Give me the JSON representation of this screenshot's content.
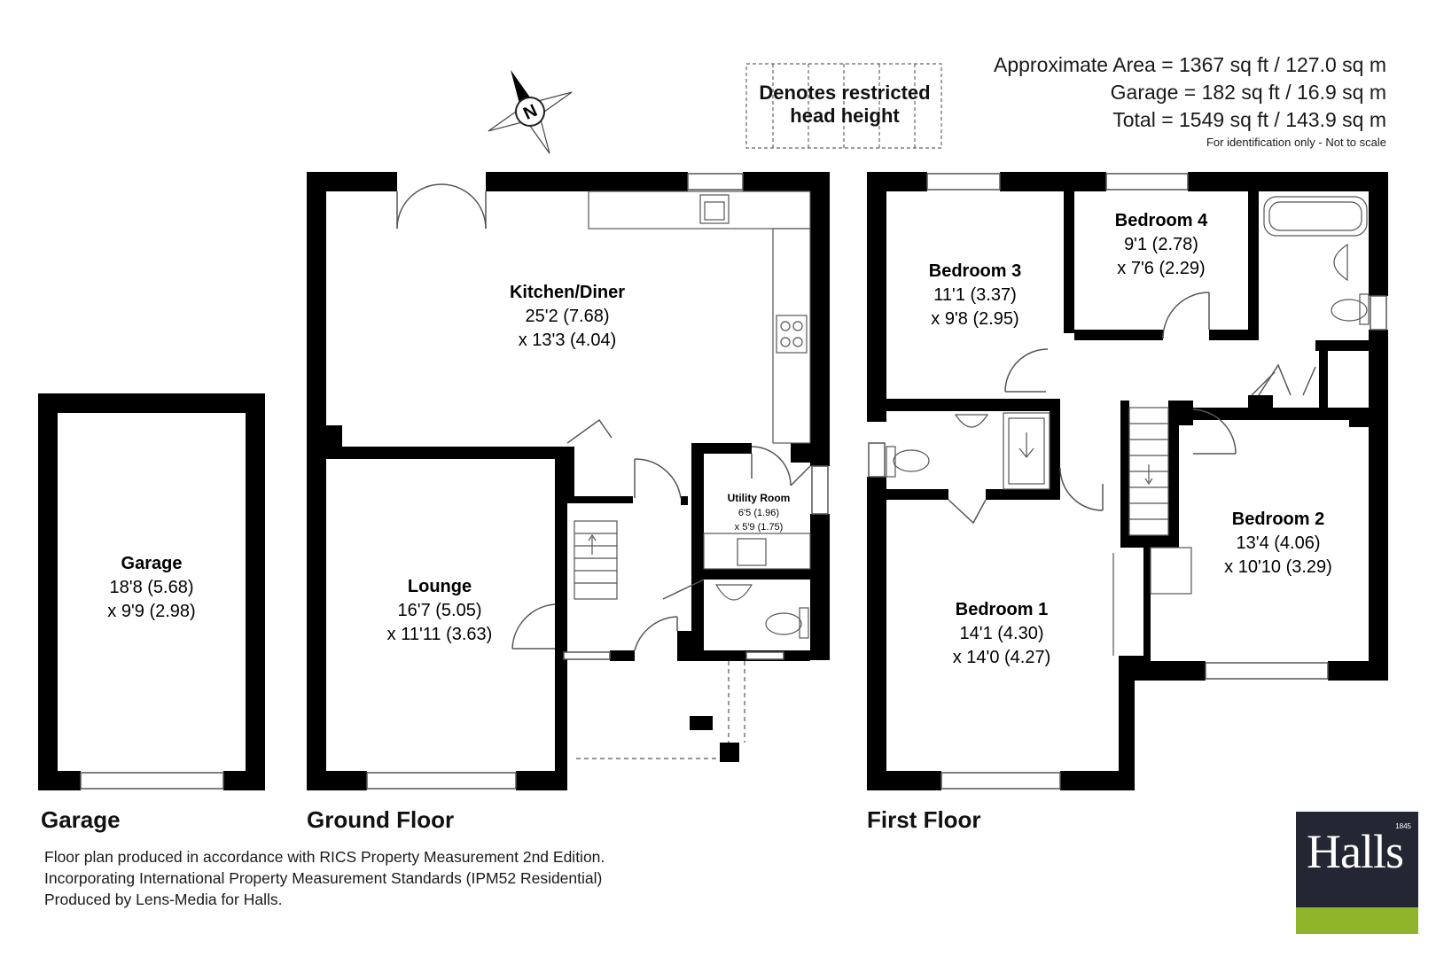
{
  "area_summary": {
    "approx_area": "Approximate Area = 1367 sq ft / 127.0 sq m",
    "garage_area": "Garage = 182 sq ft / 16.9 sq m",
    "total_area": "Total = 1549 sq ft / 143.9 sq m",
    "note": "For identification only - Not to scale"
  },
  "legend": {
    "line1": "Denotes restricted",
    "line2": "head height"
  },
  "compass": {
    "letter": "N",
    "icon": "compass-rose-icon"
  },
  "floor_labels": {
    "garage": "Garage",
    "ground": "Ground Floor",
    "first": "First Floor"
  },
  "rooms": {
    "garage": {
      "name": "Garage",
      "dim1": "18'8 (5.68)",
      "dim2": "x 9'9 (2.98)"
    },
    "kitchen": {
      "name": "Kitchen/Diner",
      "dim1": "25'2 (7.68)",
      "dim2": "x 13'3 (4.04)"
    },
    "lounge": {
      "name": "Lounge",
      "dim1": "16'7 (5.05)",
      "dim2": "x 11'11 (3.63)"
    },
    "utility": {
      "name": "Utility Room",
      "dim1": "6'5 (1.96)",
      "dim2": "x 5'9 (1.75)"
    },
    "bedroom1": {
      "name": "Bedroom 1",
      "dim1": "14'1 (4.30)",
      "dim2": "x 14'0 (4.27)"
    },
    "bedroom2": {
      "name": "Bedroom 2",
      "dim1": "13'4 (4.06)",
      "dim2": "x 10'10 (3.29)"
    },
    "bedroom3": {
      "name": "Bedroom 3",
      "dim1": "11'1 (3.37)",
      "dim2": "x 9'8 (2.95)"
    },
    "bedroom4": {
      "name": "Bedroom 4",
      "dim1": "9'1 (2.78)",
      "dim2": "x 7'6 (2.29)"
    }
  },
  "footnote": "Floor plan produced in accordance with RICS Property Measurement 2nd Edition. Incorporating International Property Measurement Standards (IPM52 Residential) Produced by Lens-Media for Halls.",
  "logo": {
    "text": "Halls",
    "year": "1845",
    "colors": {
      "background": "#232733",
      "accent": "#8fb52a"
    }
  },
  "colors": {
    "wall": "#000000",
    "fixture": "#555555",
    "background": "#ffffff"
  }
}
